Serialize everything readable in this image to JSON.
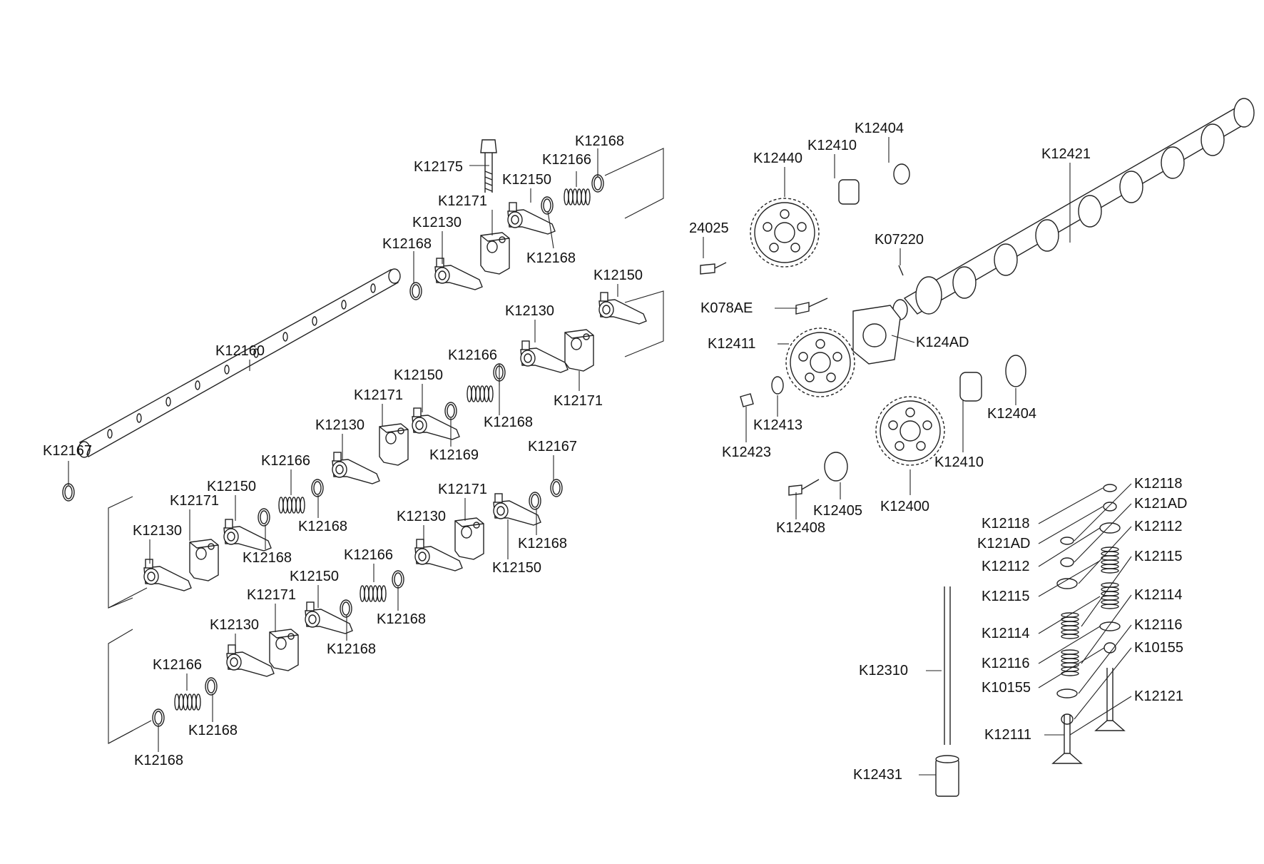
{
  "labels": [
    "K12175",
    "K12166",
    "K12168",
    "K12150",
    "K12171",
    "K12130",
    "K12168",
    "K12168",
    "K12160",
    "K12150",
    "K12130",
    "K12171",
    "K12166",
    "K12150",
    "K12171",
    "K12168",
    "K12130",
    "K12169",
    "K12167",
    "K12166",
    "K12150",
    "K12171",
    "K12168",
    "K12130",
    "K12168",
    "K12167",
    "K12171",
    "K12130",
    "K12168",
    "K12150",
    "K12166",
    "K12150",
    "K12171",
    "K12168",
    "K12130",
    "K12168",
    "K12166",
    "K12168",
    "K12168",
    "K12404",
    "K12410",
    "K12440",
    "K12421",
    "24025",
    "K07220",
    "K078AE",
    "K124AD",
    "K12411",
    "K12413",
    "K12404",
    "K12423",
    "K12410",
    "K12405",
    "K12400",
    "K12408",
    "K12118",
    "K121AD",
    "K12112",
    "K12115",
    "K12114",
    "K12116",
    "K10155",
    "K12121",
    "K12118",
    "K121AD",
    "K12112",
    "K12115",
    "K12114",
    "K12116",
    "K10155",
    "K12111",
    "K12310",
    "K12431"
  ]
}
